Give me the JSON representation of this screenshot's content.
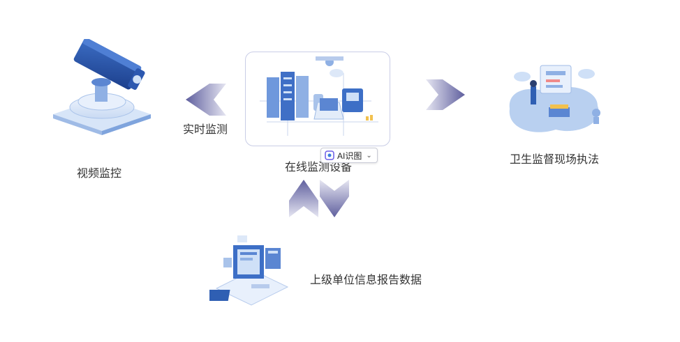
{
  "nodes": {
    "video": {
      "label": "视频监控",
      "icon": "security-camera-icon"
    },
    "device": {
      "label": "在线监测设备",
      "icon": "server-network-icon"
    },
    "field": {
      "label": "卫生监督现场执法",
      "icon": "inspector-dashboard-icon"
    },
    "report": {
      "label": "上级单位信息报告数据",
      "icon": "data-report-laptop-icon"
    }
  },
  "edges": {
    "realtime": {
      "label": "实时监测"
    }
  },
  "ai_badge": {
    "label": "AI识图",
    "icon": "ai-scan-icon"
  },
  "colors": {
    "arrow": "#5f5f9e",
    "primary": "#2f5fb3",
    "light": "#cfe0f7"
  }
}
